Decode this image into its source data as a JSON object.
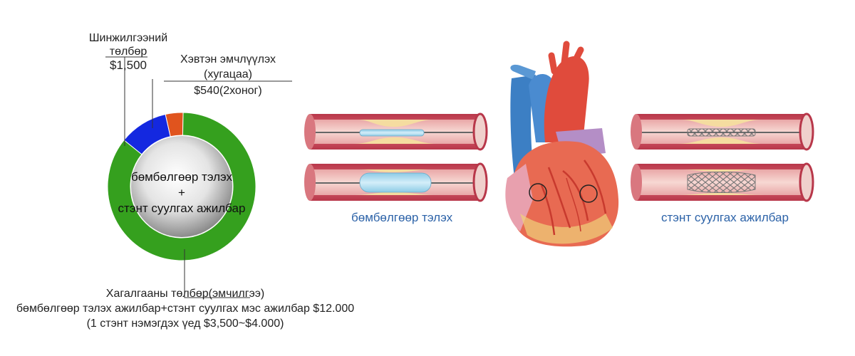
{
  "chart_data": {
    "type": "pie",
    "style": "donut",
    "center_label": {
      "line1": "бөмбөлгөөр тэлэх",
      "line2": "+",
      "line3": "стэнт суулгах ажилбар"
    },
    "slices": [
      {
        "label_line1": "Шинжилгээний төлбөр",
        "label_line2": "$1,500",
        "label_line3": "",
        "value": 1500,
        "color": "#1428e0"
      },
      {
        "label_line1": "Хэвтэн эмчлүүлэх",
        "label_line2": "(хугацаа)",
        "label_line3": "$540(2хоног)",
        "value": 540,
        "color": "#e0541e"
      },
      {
        "label_line1": "Хагалгааны төлбөр(эмчилгээ)",
        "label_line2": "бөмбөлгөөр тэлэх ажилбар+стэнт суулгах мэс ажилбар $12.000",
        "label_line3": "(1 стэнт нэмэгдэх үед $3,500~$4.000)",
        "value": 12000,
        "color": "#35a01e"
      }
    ]
  },
  "captions": {
    "balloon": "бөмбөлгөөр тэлэх",
    "stent": "стэнт суулгах ажилбар"
  },
  "colors": {
    "vessel_wall": "#c9495a",
    "vessel_lumen": "#f2c9c4",
    "plaque": "#f5dca0",
    "balloon": "#a6d8ee",
    "artery_red": "#e04b3c",
    "vein_blue": "#3c7fc4",
    "accent_blue": "#2d63a8"
  }
}
